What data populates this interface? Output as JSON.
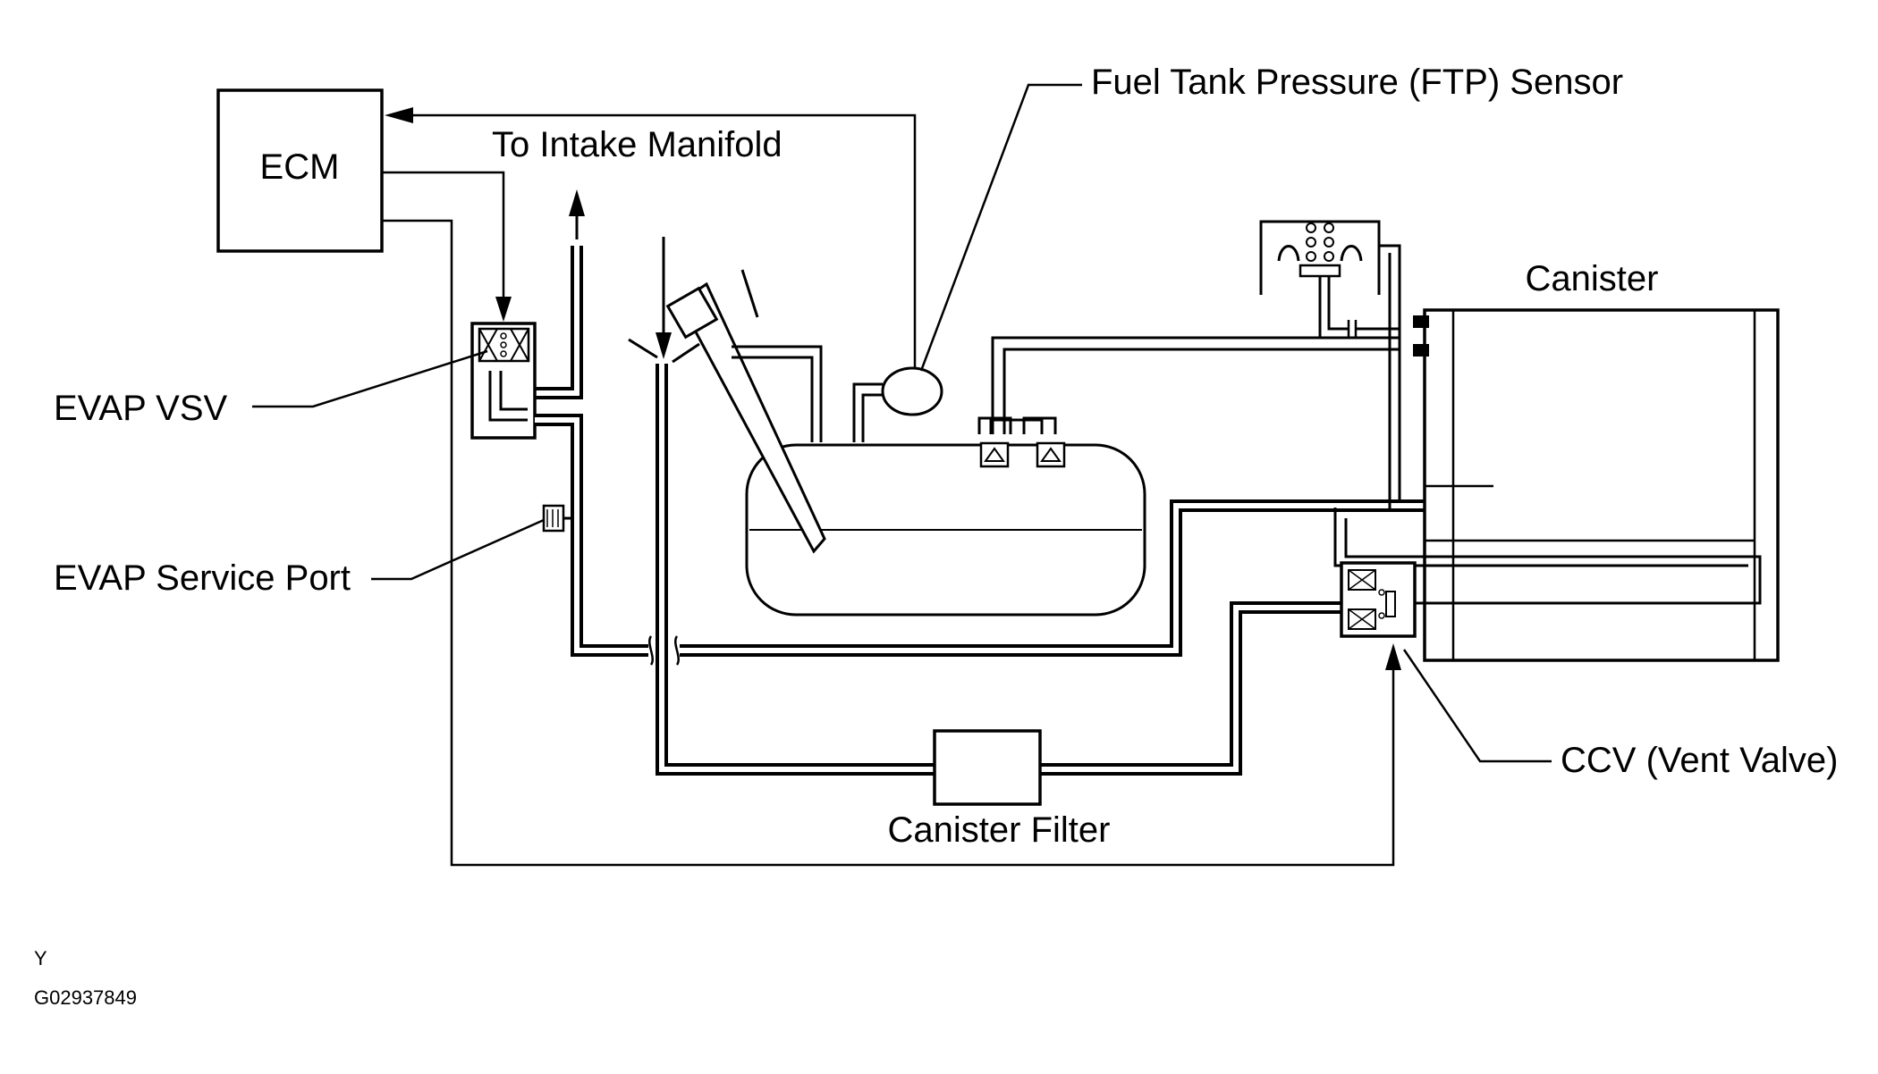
{
  "diagram": {
    "labels": {
      "ecm": "ECM",
      "intake": "To Intake Manifold",
      "ftp_sensor": "Fuel Tank Pressure (FTP) Sensor",
      "canister": "Canister",
      "evap_vsv": "EVAP VSV",
      "service_port": "EVAP Service Port",
      "ccv": "CCV (Vent Valve)",
      "canister_filter": "Canister Filter"
    },
    "footer": {
      "letter": "Y",
      "figure_code": "G02937849"
    }
  }
}
